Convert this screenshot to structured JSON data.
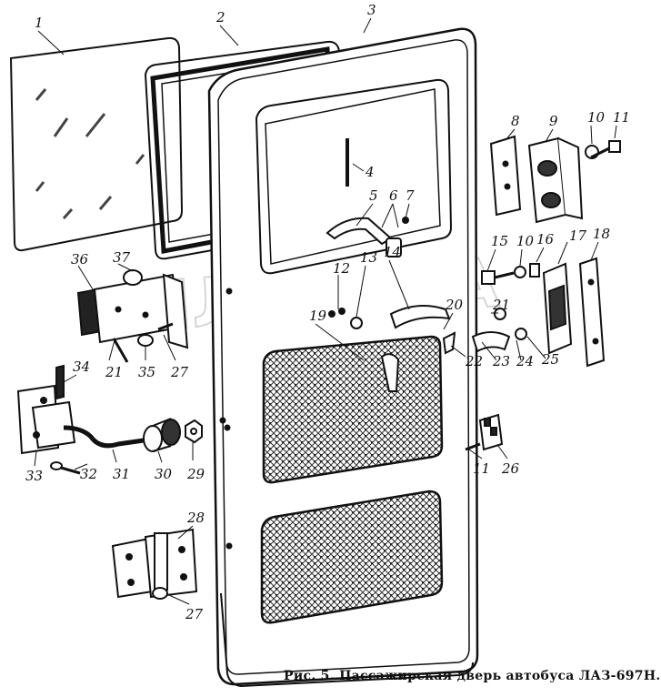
{
  "caption": "Рис. 5. Пассажирская дверь автобуса ЛАЗ-697Н.",
  "watermark_text": "ПЛАНЕТА",
  "callouts": [
    "1",
    "2",
    "3",
    "4",
    "5",
    "6",
    "7",
    "8",
    "9",
    "10",
    "11",
    "10",
    "16",
    "17",
    "18",
    "15",
    "12",
    "13",
    "14",
    "20",
    "21",
    "19",
    "22",
    "23",
    "24",
    "25",
    "36",
    "37",
    "21",
    "35",
    "27",
    "34",
    "33",
    "32",
    "31",
    "30",
    "29",
    "11",
    "26",
    "28",
    "27"
  ],
  "colors": {
    "ink": "#111111",
    "paper": "#ffffff",
    "mesh": "#3a3a3a"
  }
}
